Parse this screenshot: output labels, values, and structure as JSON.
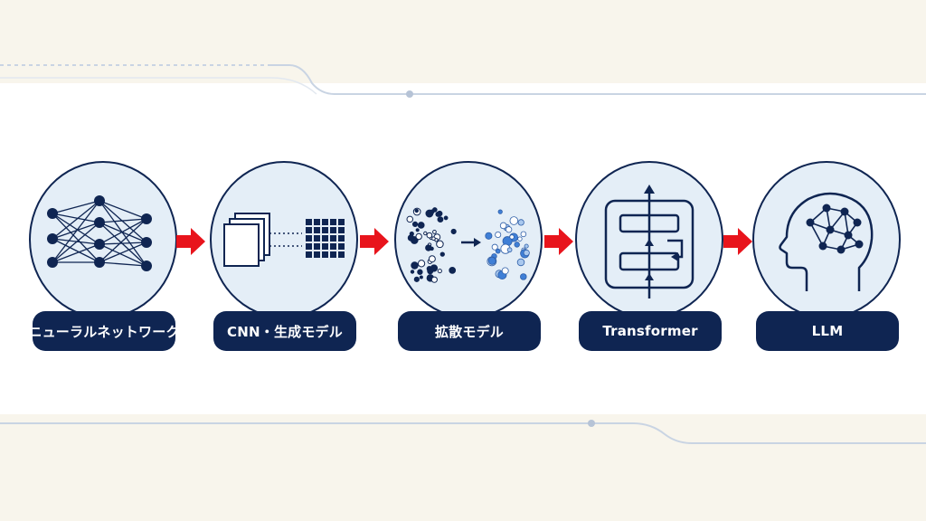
{
  "steps": [
    {
      "label": "ニューラルネットワーク",
      "icon": "neural-network-icon"
    },
    {
      "label": "CNN・生成モデル",
      "icon": "cnn-feature-map-icon"
    },
    {
      "label": "拡散モデル",
      "icon": "diffusion-particles-icon"
    },
    {
      "label": "Transformer",
      "icon": "transformer-block-icon"
    },
    {
      "label": "LLM",
      "icon": "head-network-icon"
    }
  ],
  "colors": {
    "navy": "#0f2552",
    "arrow_red": "#e8141c",
    "circle_fill": "#e4eef7",
    "accent_blue": "#3f7fd6",
    "background": "#f8f5ec"
  }
}
